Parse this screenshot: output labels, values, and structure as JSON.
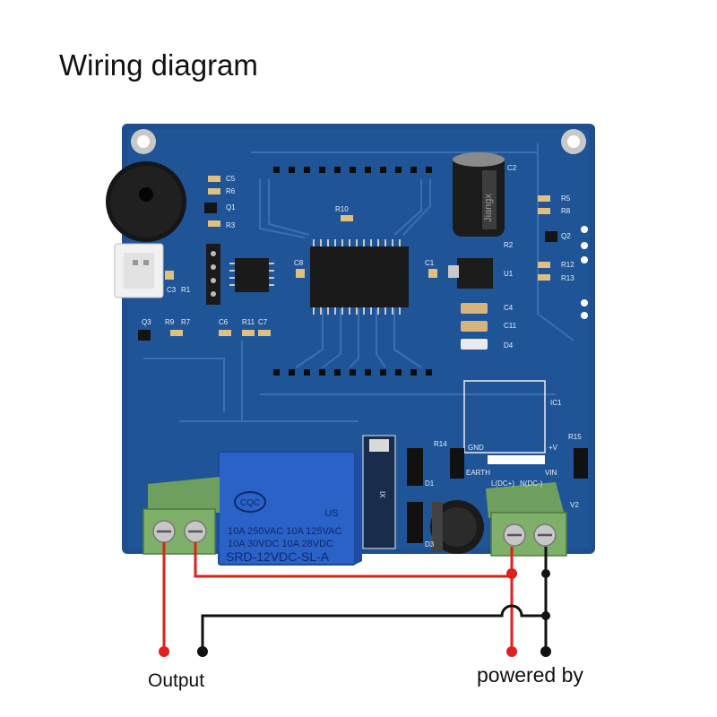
{
  "title": "Wiring diagram",
  "labels": {
    "output": "Output",
    "powered_by": "powered by"
  },
  "colors": {
    "board": "#1d4f8e",
    "trace": "#3e75b8",
    "terminal": "#7fb069",
    "relay": "#2a62c8",
    "red_wire": "#e0201c",
    "black_wire": "#111111"
  },
  "board": {
    "capacitor_brand": "Jiangx",
    "relay": {
      "line1": "10A 250VAC  10A 125VAC",
      "line2": "10A 30VDC  10A 28VDC",
      "model": "SRD-12VDC-SL-A",
      "cert1": "CQC",
      "cert2": "US"
    },
    "silk": {
      "c5": "C5",
      "r6": "R6",
      "q1": "Q1",
      "r3": "R3",
      "r10": "R10",
      "c2": "C2",
      "r5": "R5",
      "r8": "R8",
      "q2": "Q2",
      "r12": "R12",
      "r13": "R13",
      "r2": "R2",
      "u1": "U1",
      "c1": "C1",
      "c8": "C8",
      "c3": "C3",
      "r1": "R1",
      "q3": "Q3",
      "r9": "R9",
      "r7": "R7",
      "c6": "C6",
      "r11": "R11",
      "c7": "C7",
      "c4": "C4",
      "c11": "C11",
      "d4": "D4",
      "ic1": "IC1",
      "r14": "R14",
      "r15": "R15",
      "gnd": "GND",
      "earth": "EARTH",
      "plus_v": "+V",
      "vin": "VIN",
      "ldc": "L(DC+)",
      "ndc": "N(DC-)",
      "v2": "V2",
      "d1": "D1",
      "d3": "D3",
      "ix": "IX"
    }
  }
}
